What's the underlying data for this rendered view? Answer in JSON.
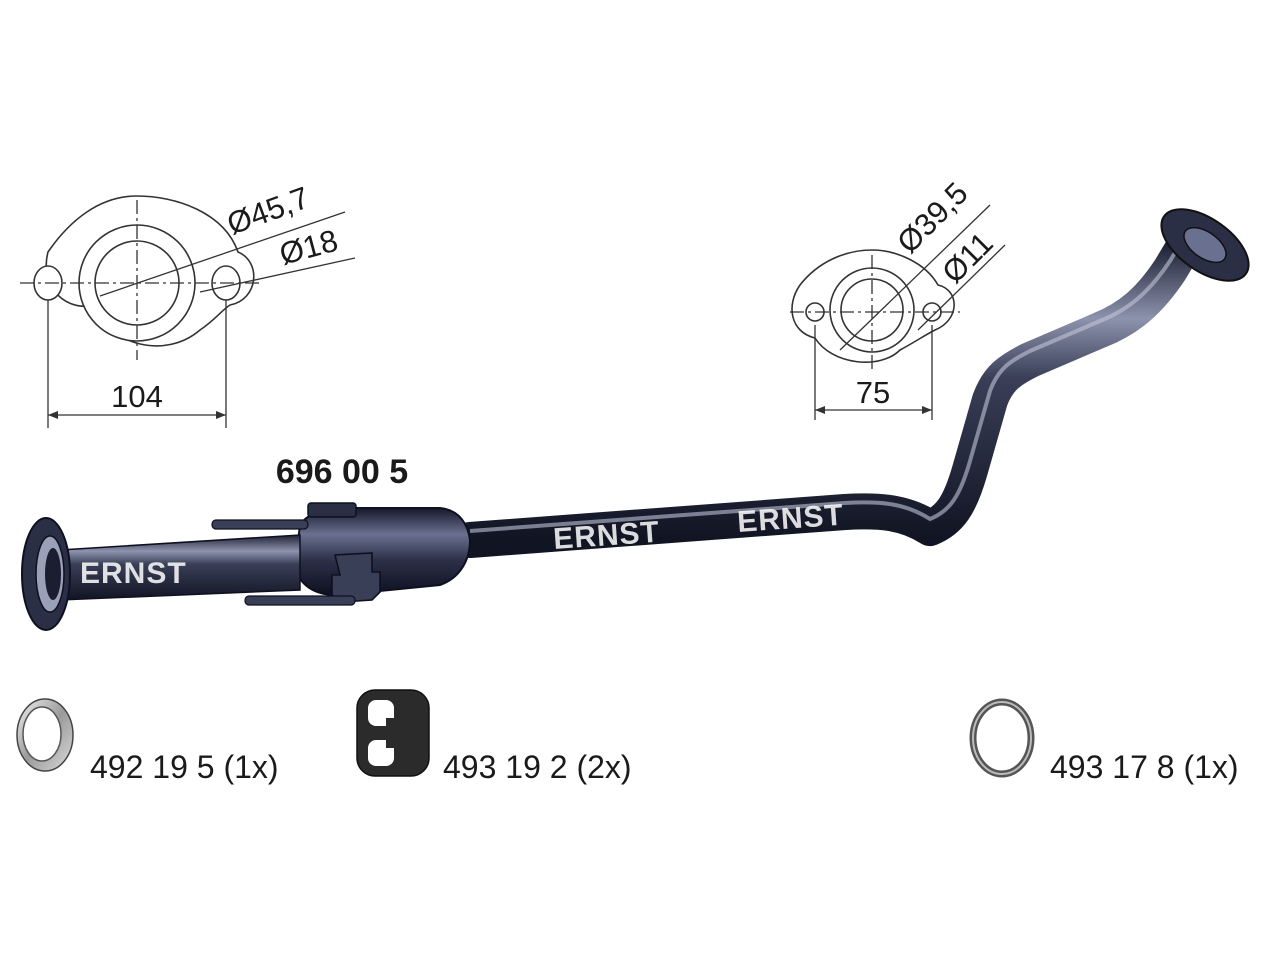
{
  "part_number": "696 00 5",
  "brand_watermark": "ERNST",
  "flange_front": {
    "outer_diameter": "Ø45,7",
    "bolt_hole_diameter": "Ø18",
    "hole_spacing": "104"
  },
  "flange_rear": {
    "outer_diameter": "Ø39,5",
    "bolt_hole_diameter": "Ø11",
    "hole_spacing": "75"
  },
  "accessories": [
    {
      "label": "492 19 5 (1x)",
      "icon": "clamp-ring-icon"
    },
    {
      "label": "493 19 2 (2x)",
      "icon": "rubber-hanger-icon"
    },
    {
      "label": "493 17 8 (1x)",
      "icon": "gasket-ring-icon"
    }
  ],
  "colors": {
    "pipe_dark": "#2a2f45",
    "pipe_highlight": "#a9b0c8",
    "line": "#333333"
  }
}
